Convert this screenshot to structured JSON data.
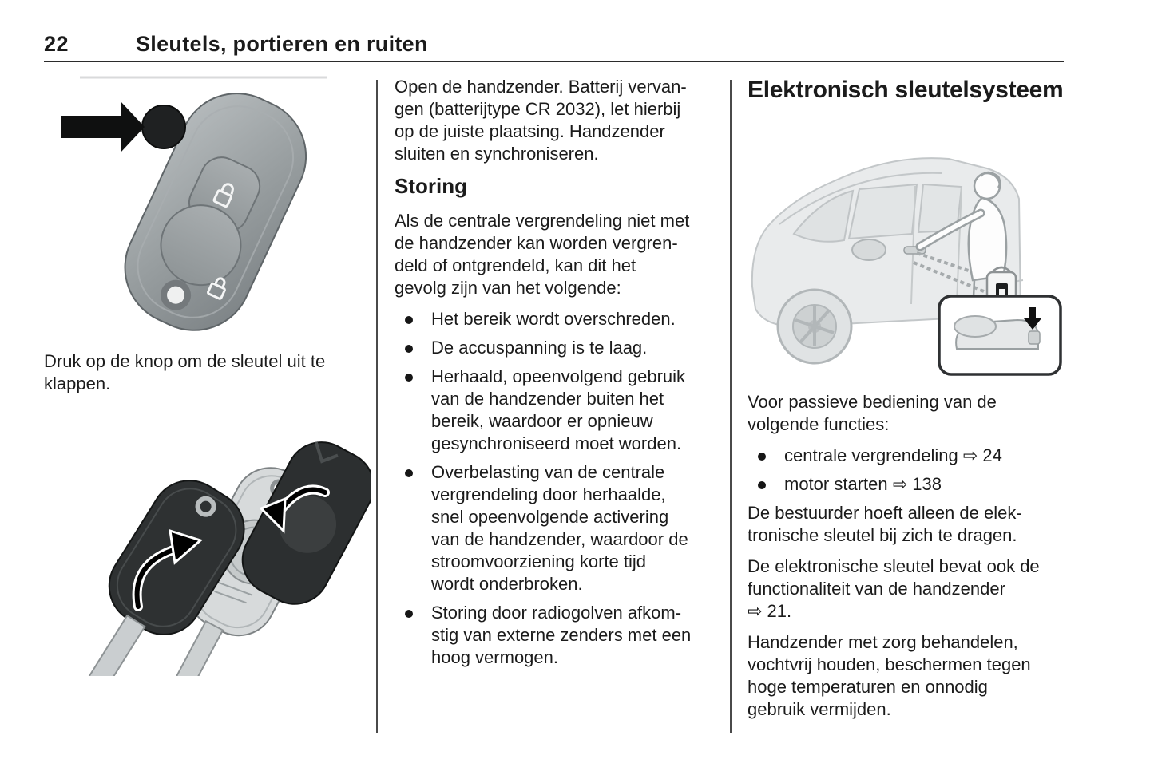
{
  "header": {
    "page_number": "22",
    "title": "Sleutels, portieren en ruiten"
  },
  "left": {
    "figure1": "flip-key-with-release-button",
    "caption": "Druk op de knop om de sleutel uit te\nklappen.",
    "figure2": "key-battery-replacement"
  },
  "mid": {
    "para1": "Open de handzender. Batterij vervan-\ngen (batterijtype CR 2032), let hierbij\nop de juiste plaatsing. Handzender\nsluiten en synchroniseren.",
    "storing_heading": "Storing",
    "para2": "Als de centrale vergrendeling niet met\nde handzender kan worden vergren-\ndeld of ontgrendeld, kan dit het\ngevolg zijn van het volgende:",
    "bullets": [
      "Het bereik wordt overschreden.",
      "De accuspanning is te laag.",
      "Herhaald, opeenvolgend gebruik\nvan de handzender buiten het\nbereik, waardoor er opnieuw\ngesynchroniseerd moet worden.",
      "Overbelasting van de centrale\nvergrendeling door herhaalde,\nsnel opeenvolgende activering\nvan de handzender, waardoor de\nstroomvoorziening korte tijd\nwordt onderbroken.",
      "Storing door radiogolven afkom-\nstig van externe zenders met een\nhoog vermogen."
    ]
  },
  "right": {
    "heading": "Elektronisch sleutelsysteem",
    "figure": "passive-entry-car-illustration",
    "para1": "Voor passieve bediening van de\nvolgende functies:",
    "bullets": [
      "centrale vergrendeling ⇨ 24",
      "motor starten ⇨ 138"
    ],
    "para2": "De bestuurder hoeft alleen de elek-\ntronische sleutel bij zich te dragen.",
    "para3": "De elektronische sleutel bevat ook de\nfunctionaliteit van de handzender\n⇨ 21.",
    "para4": "Handzender met zorg behandelen,\nvochtvrij houden, beschermen tegen\nhoge temperaturen en onnodig\ngebruik vermijden."
  },
  "colors": {
    "text": "#1b1b1b",
    "header_rule": "#2b2b2b",
    "divider": "#4a4a4a",
    "art_light_gray": "#e9ebec",
    "art_mid_gray": "#9ba1a3",
    "art_dark": "#2c2f30"
  }
}
